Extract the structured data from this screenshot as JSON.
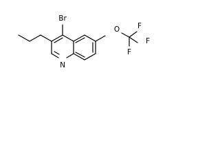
{
  "molecule": {
    "atoms": {
      "bromine": "Br",
      "nitrogen": "N",
      "oxygen": "O",
      "fluorine_top": "F",
      "fluorine_right": "F",
      "fluorine_bottom": "F"
    }
  }
}
